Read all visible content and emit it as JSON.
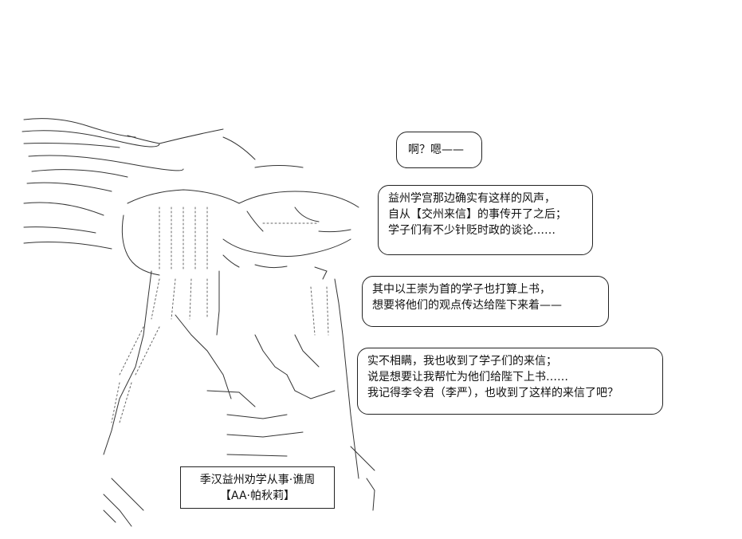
{
  "bubbles": [
    {
      "lines": [
        "啊？嗯——"
      ]
    },
    {
      "lines": [
        "益州学宫那边确实有这样的风声，",
        "自从【交州来信】的事传开了之后；",
        "学子们有不少针贬时政的谈论……"
      ]
    },
    {
      "lines": [
        "其中以王崇为首的学子也打算上书，",
        "想要将他们的观点传达给陛下来着——"
      ]
    },
    {
      "lines": [
        "实不相瞒，我也收到了学子们的来信；",
        "说是想要让我帮忙为他们给陛下上书……",
        "我记得李令君（李严），也收到了这样的来信了吧？"
      ]
    }
  ],
  "caption": {
    "title": "季汉益州劝学从事·谯周",
    "credit": "【AA·帕秋莉】"
  },
  "colors": {
    "ink": "#222222",
    "background": "#ffffff"
  }
}
